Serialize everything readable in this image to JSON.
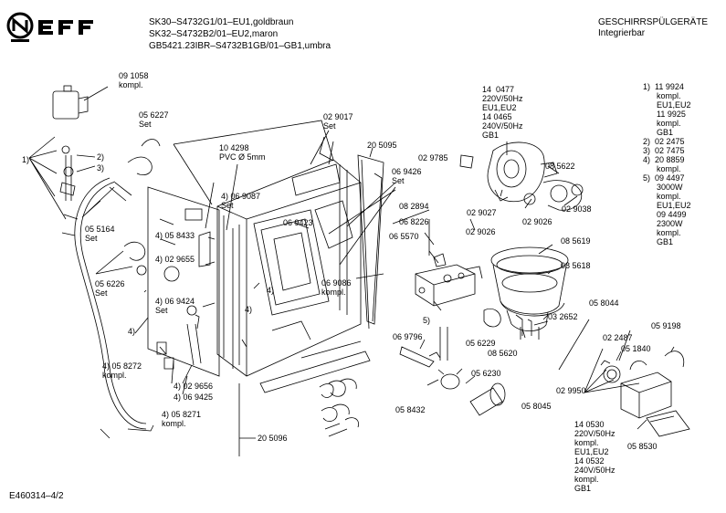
{
  "header": {
    "models": [
      "SK30–S4732G1/01–EU1,goldbraun",
      "SK32–S4732B2/01–EU2,maron",
      "GB5421.23IBR–S4732B1GB/01–GB1,umbra"
    ],
    "category": "GESCHIRRSPÜLGERÄTE",
    "subcategory": "Integrierbar",
    "brand": "NEFF"
  },
  "footer": {
    "doc_id": "E460314–4/2"
  },
  "labels": [
    {
      "id": "l1",
      "t": "09 1058\nkompl."
    },
    {
      "id": "l2",
      "t": "05 6227\nSet"
    },
    {
      "id": "l3",
      "t": "1)"
    },
    {
      "id": "l4",
      "t": "2)"
    },
    {
      "id": "l5",
      "t": "3)"
    },
    {
      "id": "l6",
      "t": "05 5164\nSet"
    },
    {
      "id": "l7",
      "t": "05 6226\nSet"
    },
    {
      "id": "l8",
      "t": "10 4298\nPVC Ø 5mm"
    },
    {
      "id": "l9",
      "t": "02 9017\nSet"
    },
    {
      "id": "l10",
      "t": "20 5095"
    },
    {
      "id": "l11",
      "t": "02 9785"
    },
    {
      "id": "l12",
      "t": "06 9426\nSet"
    },
    {
      "id": "l13",
      "t": "4) 06 9087\nSet"
    },
    {
      "id": "l14",
      "t": "06 9423"
    },
    {
      "id": "l15",
      "t": "4) 05 8433"
    },
    {
      "id": "l16",
      "t": "4) 02 9655"
    },
    {
      "id": "l17",
      "t": "4) 06 9424\nSet"
    },
    {
      "id": "l18",
      "t": "4)"
    },
    {
      "id": "l19",
      "t": "4)"
    },
    {
      "id": "l20",
      "t": "4)"
    },
    {
      "id": "l21",
      "t": "4) 05 8272\nkompl."
    },
    {
      "id": "l22",
      "t": "4) 02 9656"
    },
    {
      "id": "l23",
      "t": "4) 06 9425"
    },
    {
      "id": "l24",
      "t": "4) 05 8271\nkompl."
    },
    {
      "id": "l25",
      "t": "20 5096"
    },
    {
      "id": "l26",
      "t": "06 9086\nkompl."
    },
    {
      "id": "l27",
      "t": "08 2894"
    },
    {
      "id": "l28",
      "t": "06 8226"
    },
    {
      "id": "l29",
      "t": "06 5570"
    },
    {
      "id": "l30",
      "t": "5)"
    },
    {
      "id": "l31",
      "t": "06 9796"
    },
    {
      "id": "l32",
      "t": "14  0477\n220V/50Hz\nEU1,EU2\n14 0465\n240V/50Hz\nGB1"
    },
    {
      "id": "l33",
      "t": "08 5622"
    },
    {
      "id": "l34",
      "t": "02 9027"
    },
    {
      "id": "l35",
      "t": "02 9026"
    },
    {
      "id": "l36",
      "t": "02 9038"
    },
    {
      "id": "l37",
      "t": "02 9026"
    },
    {
      "id": "l38",
      "t": "08 5619"
    },
    {
      "id": "l39",
      "t": "08 5618"
    },
    {
      "id": "l40",
      "t": "05 6229"
    },
    {
      "id": "l41",
      "t": "08 5620"
    },
    {
      "id": "l42",
      "t": "03 2652"
    },
    {
      "id": "l43",
      "t": "05 8044"
    },
    {
      "id": "l44",
      "t": "02 2487"
    },
    {
      "id": "l45",
      "t": "05 1840"
    },
    {
      "id": "l46",
      "t": "05 9198"
    },
    {
      "id": "l47",
      "t": "05 6230"
    },
    {
      "id": "l48",
      "t": "05 8432"
    },
    {
      "id": "l49",
      "t": "05 8045"
    },
    {
      "id": "l50",
      "t": "02 9950"
    },
    {
      "id": "l51",
      "t": "14 0530\n220V/50Hz\nkompl.\nEU1,EU2\n14 0532\n240V/50Hz\nkompl.\nGB1"
    },
    {
      "id": "l52",
      "t": "05 8530"
    },
    {
      "id": "l53",
      "t": "1)  11 9924\n      kompl.\n      EU1,EU2\n      11 9925\n      kompl.\n      GB1\n2)  02 2475\n3)  02 7475\n4)  20 8859\n      kompl.\n5)  09 4497\n      3000W\n      kompl.\n      EU1,EU2\n      09 4499\n      2300W\n      kompl.\n      GB1"
    }
  ]
}
